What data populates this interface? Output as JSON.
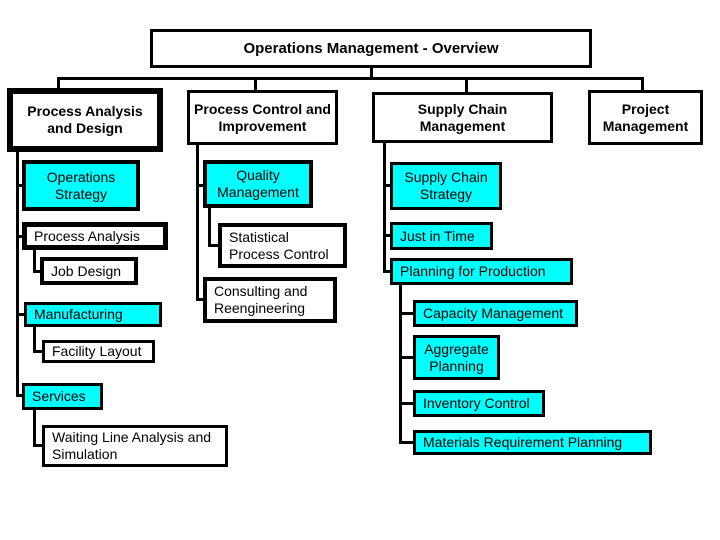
{
  "title": {
    "label": "Operations Management - Overview"
  },
  "columns": [
    {
      "header": "Process Analysis and Design",
      "items": [
        {
          "label": "Operations Strategy"
        },
        {
          "label": "Process Analysis",
          "children": [
            {
              "label": "Job Design"
            }
          ]
        },
        {
          "label": "Manufacturing",
          "children": [
            {
              "label": "Facility Layout"
            }
          ]
        },
        {
          "label": "Services",
          "children": [
            {
              "label": "Waiting Line Analysis and Simulation"
            }
          ]
        }
      ]
    },
    {
      "header": "Process Control and Improvement",
      "items": [
        {
          "label": "Quality Management",
          "children": [
            {
              "label": "Statistical Process Control"
            }
          ]
        },
        {
          "label": "Consulting and Reengineering"
        }
      ]
    },
    {
      "header": "Supply Chain Management",
      "items": [
        {
          "label": "Supply Chain Strategy"
        },
        {
          "label": "Just in Time"
        },
        {
          "label": "Planning for Production",
          "children": [
            {
              "label": "Capacity Management"
            },
            {
              "label": "Aggregate Planning"
            },
            {
              "label": "Inventory Control"
            },
            {
              "label": "Materials Requirement Planning"
            }
          ]
        }
      ]
    },
    {
      "header": "Project Management",
      "items": []
    }
  ],
  "colors": {
    "node_fill_cyan": "#00FFFF",
    "node_fill_white": "#FFFFFF",
    "border_and_lines": "#000000",
    "text": "#000000",
    "background": "#FFFFFF"
  }
}
